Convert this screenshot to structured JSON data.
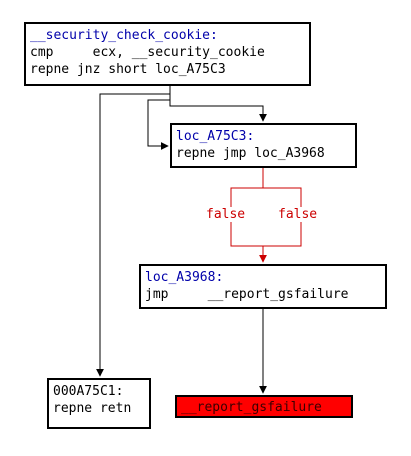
{
  "nodes": {
    "security_check": {
      "label": "__security_check_cookie:",
      "lines": [
        "cmp     ecx, __security_cookie",
        "repne jnz short loc_A75C3"
      ]
    },
    "loc_a75c3": {
      "label": "loc_A75C3:",
      "lines": [
        "repne jmp loc_A3968"
      ]
    },
    "loc_a3968": {
      "label": "loc_A3968:",
      "lines": [
        "jmp     __report_gsfailure"
      ]
    },
    "addr_000a75c1": {
      "label": "000A75C1:",
      "lines": [
        "repne retn"
      ]
    },
    "report_gsfailure": {
      "label": "__report_gsfailure"
    }
  },
  "edges": {
    "false_left": "false",
    "false_right": "false"
  },
  "colors": {
    "label_text": "#0000aa",
    "edge_black": "#000000",
    "edge_red": "#cc0000",
    "failure_fill": "#ff0000"
  }
}
